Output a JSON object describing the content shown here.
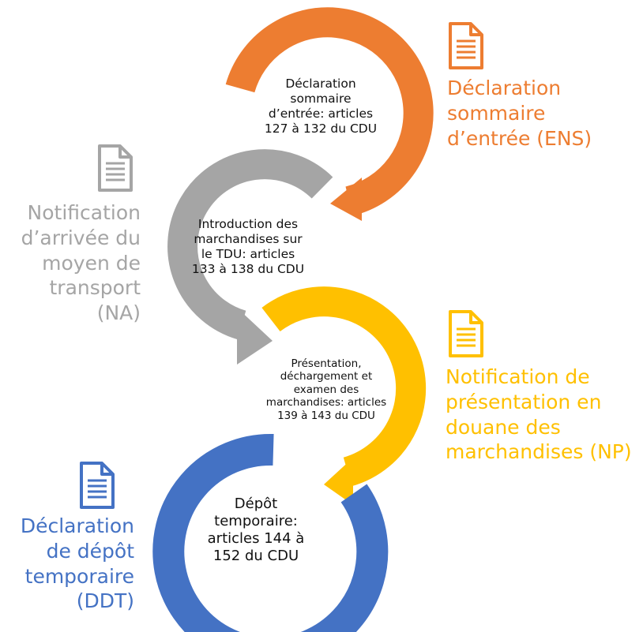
{
  "colors": {
    "orange": "#ED7D31",
    "gray": "#A5A5A5",
    "yellow": "#FFC000",
    "blue": "#4472C4",
    "text": "#111111"
  },
  "steps": [
    {
      "id": "ens",
      "inner_lines": [
        "Déclaration",
        "sommaire",
        "d’entrée: articles",
        "127 à 132 du CDU"
      ],
      "label_lines": [
        "Déclaration",
        "sommaire",
        "d’entrée (ENS)"
      ],
      "icon": "document-icon"
    },
    {
      "id": "na",
      "inner_lines": [
        "Introduction des",
        "marchandises sur",
        "le TDU: articles",
        "133 à 138 du CDU"
      ],
      "label_lines": [
        "Notification",
        "d’arrivée du",
        "moyen de",
        "transport",
        "(NA)"
      ],
      "icon": "document-icon"
    },
    {
      "id": "np",
      "inner_lines": [
        "Présentation,",
        "déchargement et",
        "examen des",
        "marchandises: articles",
        "139 à 143 du CDU"
      ],
      "label_lines": [
        "Notification de",
        "présentation  en",
        "douane des",
        "marchandises (NP)"
      ],
      "icon": "document-icon"
    },
    {
      "id": "ddt",
      "inner_lines": [
        "Dépôt",
        "temporaire:",
        "articles 144 à",
        "152 du CDU"
      ],
      "label_lines": [
        "Déclaration",
        "de dépôt",
        "temporaire",
        "(DDT)"
      ],
      "icon": "document-icon"
    }
  ]
}
